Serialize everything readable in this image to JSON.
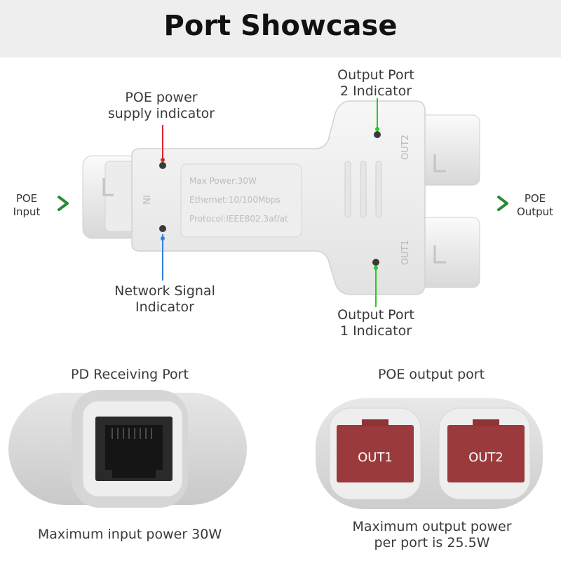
{
  "header": {
    "title": "Port Showcase"
  },
  "diagram": {
    "input_label": [
      "POE",
      "Input"
    ],
    "output_label": [
      "POE",
      "Output"
    ],
    "poe_indicator": [
      "POE power",
      "supply indicator"
    ],
    "network_indicator": [
      "Network Signal",
      "Indicator"
    ],
    "out2_indicator": [
      "Output Port",
      "2 Indicator"
    ],
    "out1_indicator": [
      "Output Port",
      "1 Indicator"
    ],
    "device_text": {
      "in": "IN",
      "out1": "OUT1",
      "out2": "OUT2",
      "spec_lines": [
        "Max Power:30W",
        "Ethernet:10/100Mbps",
        "Protocol:IEEE802.3af/at"
      ]
    },
    "colors": {
      "poe_indicator_line": "#e0202e",
      "network_indicator_line": "#2f7fe0",
      "output_indicator_line": "#22cc22",
      "arrow": "#2a8a3a"
    }
  },
  "pd_port": {
    "title": "PD Receiving Port",
    "caption": "Maximum input power 30W"
  },
  "poe_port": {
    "title": "POE output port",
    "port1": "OUT1",
    "port2": "OUT2",
    "caption": [
      "Maximum output power",
      "per port is 25.5W"
    ]
  }
}
